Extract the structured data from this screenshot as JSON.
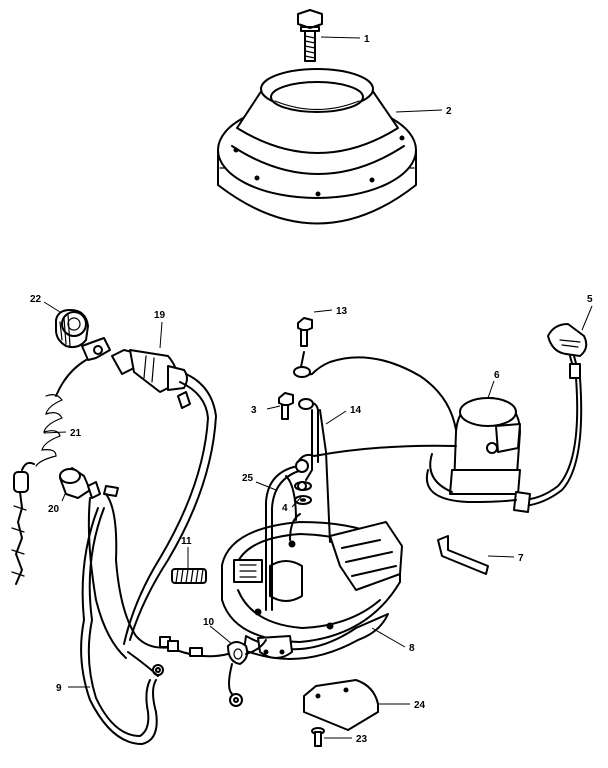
{
  "callouts": [
    {
      "id": "p1",
      "label": "1"
    },
    {
      "id": "p2",
      "label": "2"
    },
    {
      "id": "p3",
      "label": "3"
    },
    {
      "id": "p4",
      "label": "4"
    },
    {
      "id": "p5",
      "label": "5"
    },
    {
      "id": "p6",
      "label": "6"
    },
    {
      "id": "p7",
      "label": "7"
    },
    {
      "id": "p8",
      "label": "8"
    },
    {
      "id": "p9",
      "label": "9"
    },
    {
      "id": "p10",
      "label": "10"
    },
    {
      "id": "p11",
      "label": "11"
    },
    {
      "id": "p13",
      "label": "13"
    },
    {
      "id": "p14",
      "label": "14"
    },
    {
      "id": "p19",
      "label": "19"
    },
    {
      "id": "p20",
      "label": "20"
    },
    {
      "id": "p21",
      "label": "21"
    },
    {
      "id": "p22",
      "label": "22"
    },
    {
      "id": "p23",
      "label": "23"
    },
    {
      "id": "p24",
      "label": "24"
    },
    {
      "id": "p25",
      "label": "25"
    }
  ]
}
